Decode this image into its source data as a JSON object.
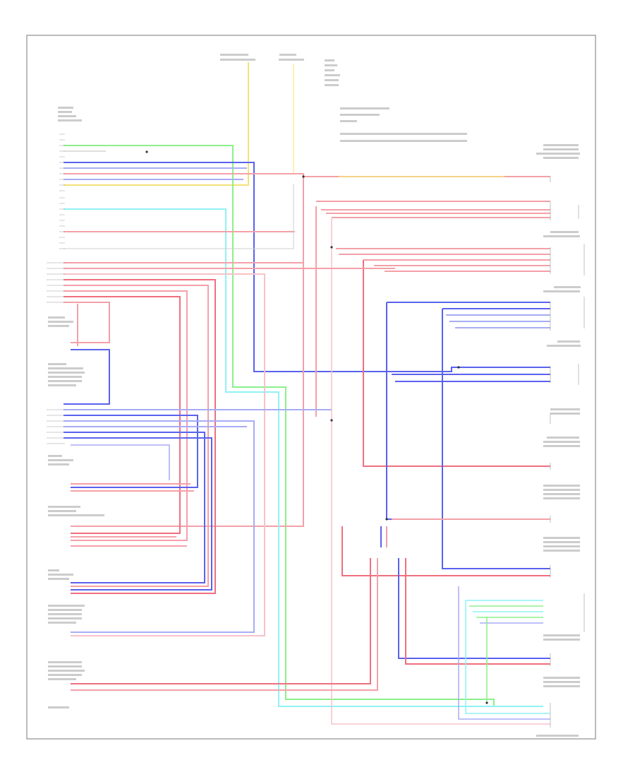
{
  "colors": {
    "red": "#f4a0a8",
    "red_strong": "#ef6f7e",
    "blue": "#5a62ee",
    "blue_light": "#a7acf5",
    "green": "#8bf08b",
    "cyan": "#8ff2f4",
    "yellow": "#f3e27a",
    "pink": "#f7c2c8",
    "frame": "#666666"
  },
  "footer": {
    "left": "",
    "right": ""
  },
  "components": [
    {
      "id": "lh-door-main-connector",
      "lines": [],
      "pins": 18
    },
    {
      "id": "fuse-relay-box",
      "lines": []
    },
    {
      "id": "lh-rear-motor",
      "lines": []
    },
    {
      "id": "rh-rear-motor",
      "lines": []
    },
    {
      "id": "front-sensor-module",
      "lines": []
    },
    {
      "id": "lh-side-sensor",
      "lines": []
    }
  ]
}
